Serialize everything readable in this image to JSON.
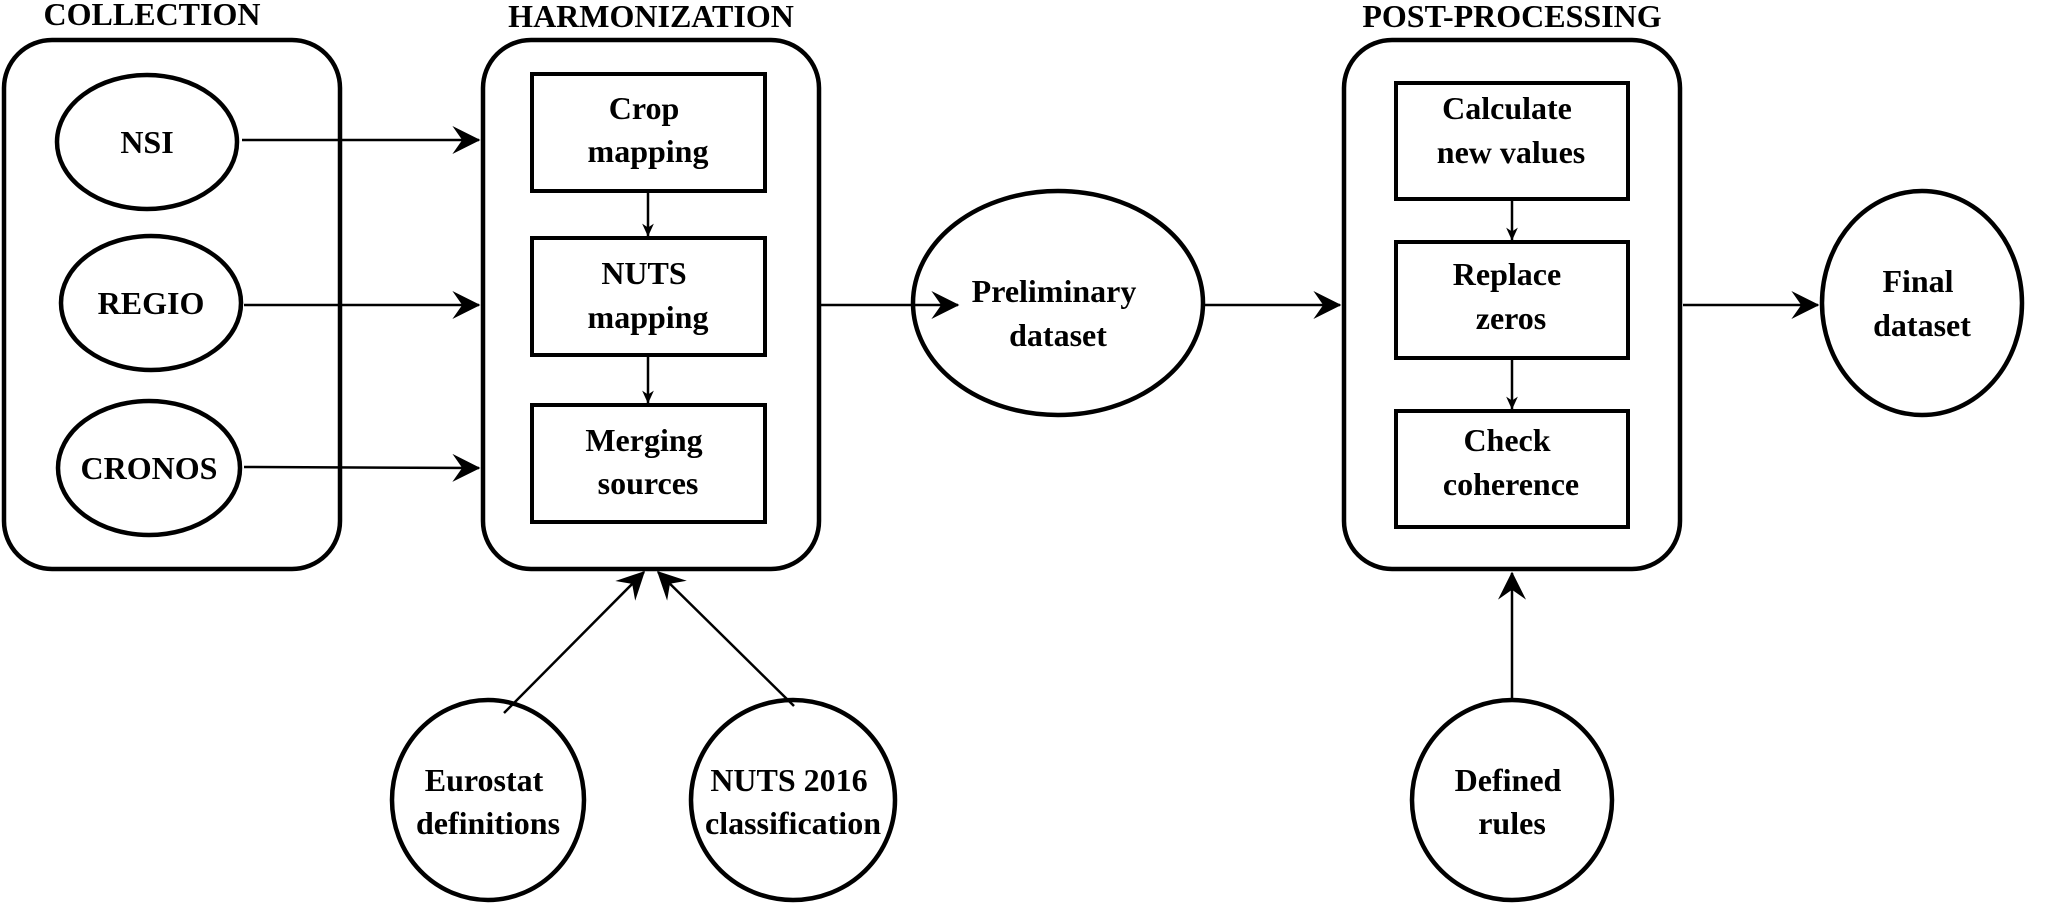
{
  "groups": {
    "collection": "COLLECTION",
    "harmonization": "HARMONIZATION",
    "postprocessing": "POST-PROCESSING"
  },
  "nodes": {
    "nsi": "NSI",
    "regio": "REGIO",
    "cronos": "CRONOS",
    "crop_mapping": [
      "Crop",
      "mapping"
    ],
    "nuts_mapping": [
      "NUTS",
      "mapping"
    ],
    "merging_sources": [
      "Merging",
      "sources"
    ],
    "preliminary_dataset": [
      "Preliminary",
      "dataset"
    ],
    "calculate_new_values": [
      "Calculate",
      "new values"
    ],
    "replace_zeros": [
      "Replace",
      "zeros"
    ],
    "check_coherence": [
      "Check",
      "coherence"
    ],
    "final_dataset": [
      "Final",
      "dataset"
    ],
    "eurostat_definitions": [
      "Eurostat",
      "definitions"
    ],
    "nuts_2016_classification": [
      "NUTS 2016",
      "classification"
    ],
    "defined_rules": [
      "Defined",
      "rules"
    ]
  }
}
